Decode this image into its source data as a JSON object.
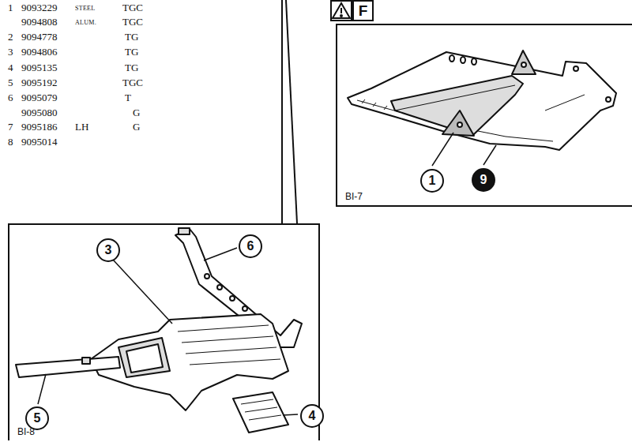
{
  "diagram": {
    "nodes": [
      {
        "text": [
          "BI-7"
        ]
      },
      {
        "text": [
          "1"
        ],
        "in": 0
      },
      {
        "text": [
          "9"
        ],
        "in": 0
      },
      {
        "text": [
          "BI-8"
        ]
      },
      {
        "text": [
          "3"
        ],
        "in": 3
      },
      {
        "text": [
          "6"
        ],
        "in": 3
      },
      {
        "text": [
          "5"
        ],
        "in": 3
      },
      {
        "text": [
          "4"
        ],
        "in": 3
      }
    ],
    "labels": [
      "1",
      "9093229",
      "STEEL",
      "TGC",
      "9094808",
      "ALUM.",
      "TGC",
      "2",
      "9094778",
      "TG",
      "3",
      "9094806",
      "TG",
      "4",
      "9095135",
      "TG",
      "5",
      "9095192",
      "TGC",
      "6",
      "9095079",
      "T",
      "9095080",
      "G",
      "7",
      "9095186",
      "LH",
      "G",
      "8",
      "9095014",
      "F"
    ]
  }
}
